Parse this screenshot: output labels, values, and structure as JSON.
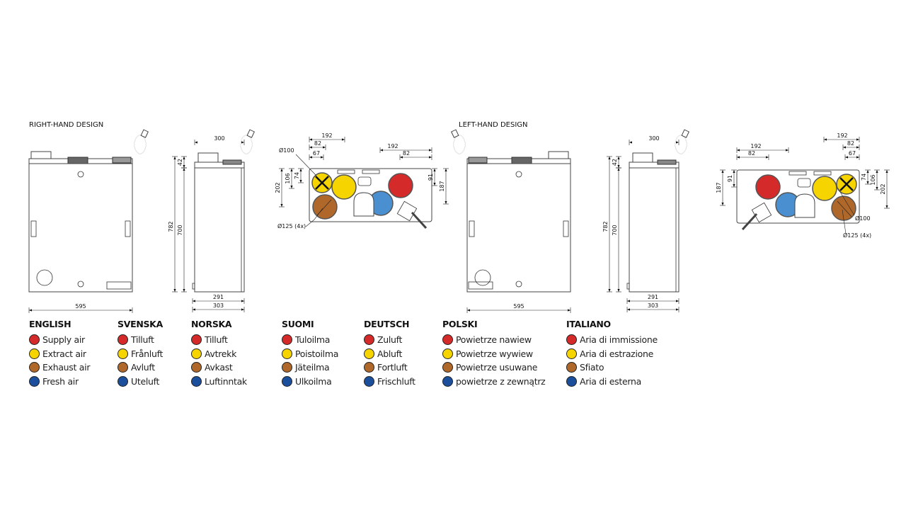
{
  "titles": {
    "right": "RIGHT-HAND DESIGN",
    "left": "LEFT-HAND DESIGN"
  },
  "dimensions": {
    "width_front": "595",
    "depth_top": "300",
    "height_total": "782",
    "height_body": "700",
    "height_top": "42",
    "depth_body": "291",
    "depth_total": "303",
    "spacing_192": "192",
    "spacing_82": "82",
    "spacing_67": "67",
    "offset_91": "91",
    "offset_187": "187",
    "offset_74": "74",
    "offset_106": "106",
    "offset_202": "202",
    "dia_100": "Ø100",
    "dia_125": "Ø125 (4x)"
  },
  "colors": {
    "supply": "#d42a2a",
    "extract": "#f5d400",
    "exhaust": "#b0682a",
    "fresh": "#1b4f9c",
    "fresh_drawing": "#4a90d0"
  },
  "legend": [
    {
      "language": "ENGLISH",
      "items": [
        "Supply air",
        "Extract air",
        "Exhaust air",
        "Fresh air"
      ]
    },
    {
      "language": "SVENSKA",
      "items": [
        "Tilluft",
        "Frånluft",
        "Avluft",
        "Uteluft"
      ]
    },
    {
      "language": "NORSKA",
      "items": [
        "Tilluft",
        "Avtrekk",
        "Avkast",
        "Luftinntak"
      ]
    },
    {
      "language": "SUOMI",
      "items": [
        "Tuloilma",
        "Poistoilma",
        "Jäteilma",
        "Ulkoilma"
      ]
    },
    {
      "language": "DEUTSCH",
      "items": [
        "Zuluft",
        "Abluft",
        "Fortluft",
        "Frischluft"
      ]
    },
    {
      "language": "POLSKI",
      "items": [
        "Powietrze nawiew",
        "Powietrze wywiew",
        "Powietrze usuwane",
        "powietrze z zewnątrz"
      ]
    },
    {
      "language": "ITALIANO",
      "items": [
        "Aria di immissione",
        "Aria di estrazione",
        "Sfiato",
        "Aria di esterna"
      ]
    }
  ]
}
